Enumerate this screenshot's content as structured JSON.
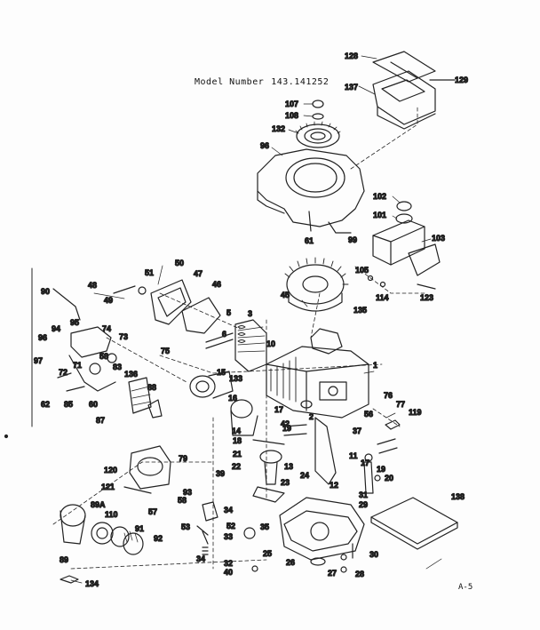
{
  "header": {
    "model_label": "Model Number",
    "model_number": "143.141252"
  },
  "page_code": "A-5",
  "part_labels": [
    {
      "id": "p128",
      "text": "128"
    },
    {
      "id": "p129",
      "text": "129"
    },
    {
      "id": "p137",
      "text": "137"
    },
    {
      "id": "p107",
      "text": "107"
    },
    {
      "id": "p108",
      "text": "108"
    },
    {
      "id": "p132",
      "text": "132"
    },
    {
      "id": "p96",
      "text": "96"
    },
    {
      "id": "p102",
      "text": "102"
    },
    {
      "id": "p101",
      "text": "101"
    },
    {
      "id": "p103",
      "text": "103"
    },
    {
      "id": "p61",
      "text": "61"
    },
    {
      "id": "p99",
      "text": "99"
    },
    {
      "id": "p105",
      "text": "105"
    },
    {
      "id": "p114",
      "text": "114"
    },
    {
      "id": "p123",
      "text": "123"
    },
    {
      "id": "p45",
      "text": "45"
    },
    {
      "id": "p135",
      "text": "135"
    },
    {
      "id": "p50",
      "text": "50"
    },
    {
      "id": "p51",
      "text": "51"
    },
    {
      "id": "p47",
      "text": "47"
    },
    {
      "id": "p48",
      "text": "48"
    },
    {
      "id": "p46",
      "text": "46"
    },
    {
      "id": "p49",
      "text": "49"
    },
    {
      "id": "p90",
      "text": "90"
    },
    {
      "id": "p95",
      "text": "95"
    },
    {
      "id": "p94",
      "text": "94"
    },
    {
      "id": "p96b",
      "text": "96"
    },
    {
      "id": "p97",
      "text": "97"
    },
    {
      "id": "p74",
      "text": "74"
    },
    {
      "id": "p73",
      "text": "73"
    },
    {
      "id": "p5",
      "text": "5"
    },
    {
      "id": "p3",
      "text": "3"
    },
    {
      "id": "p6",
      "text": "6"
    },
    {
      "id": "p10",
      "text": "10"
    },
    {
      "id": "p1",
      "text": "1"
    },
    {
      "id": "p72",
      "text": "72"
    },
    {
      "id": "p71",
      "text": "71"
    },
    {
      "id": "p58",
      "text": "58"
    },
    {
      "id": "p83",
      "text": "83"
    },
    {
      "id": "p75",
      "text": "75"
    },
    {
      "id": "p136",
      "text": "136"
    },
    {
      "id": "p62",
      "text": "62"
    },
    {
      "id": "p85",
      "text": "85"
    },
    {
      "id": "p60",
      "text": "60"
    },
    {
      "id": "p88",
      "text": "88"
    },
    {
      "id": "p87",
      "text": "87"
    },
    {
      "id": "p15",
      "text": "15"
    },
    {
      "id": "p133",
      "text": "133"
    },
    {
      "id": "p16",
      "text": "16"
    },
    {
      "id": "p14",
      "text": "14"
    },
    {
      "id": "p17",
      "text": "17"
    },
    {
      "id": "p2",
      "text": "2"
    },
    {
      "id": "p42",
      "text": "42"
    },
    {
      "id": "p76",
      "text": "76"
    },
    {
      "id": "p77",
      "text": "77"
    },
    {
      "id": "p119",
      "text": "119"
    },
    {
      "id": "p56",
      "text": "56"
    },
    {
      "id": "p37",
      "text": "37"
    },
    {
      "id": "p18",
      "text": "18"
    },
    {
      "id": "p19",
      "text": "19"
    },
    {
      "id": "p21",
      "text": "21"
    },
    {
      "id": "p22",
      "text": "22"
    },
    {
      "id": "p13",
      "text": "13"
    },
    {
      "id": "p11",
      "text": "11"
    },
    {
      "id": "p120",
      "text": "120"
    },
    {
      "id": "p79",
      "text": "79"
    },
    {
      "id": "p39",
      "text": "39"
    },
    {
      "id": "p17b",
      "text": "17"
    },
    {
      "id": "p19b",
      "text": "19"
    },
    {
      "id": "p20",
      "text": "20"
    },
    {
      "id": "p12",
      "text": "12"
    },
    {
      "id": "p31",
      "text": "31"
    },
    {
      "id": "p121",
      "text": "121"
    },
    {
      "id": "p93",
      "text": "93"
    },
    {
      "id": "p23",
      "text": "23"
    },
    {
      "id": "p24",
      "text": "24"
    },
    {
      "id": "p29",
      "text": "29"
    },
    {
      "id": "p89a",
      "text": "89A"
    },
    {
      "id": "p57",
      "text": "57"
    },
    {
      "id": "p58b",
      "text": "58"
    },
    {
      "id": "p34",
      "text": "34"
    },
    {
      "id": "p52",
      "text": "52"
    },
    {
      "id": "p35",
      "text": "35"
    },
    {
      "id": "p110",
      "text": "110"
    },
    {
      "id": "p91",
      "text": "91"
    },
    {
      "id": "p53",
      "text": "53"
    },
    {
      "id": "p33",
      "text": "33"
    },
    {
      "id": "p92",
      "text": "92"
    },
    {
      "id": "p89",
      "text": "89"
    },
    {
      "id": "p34b",
      "text": "34"
    },
    {
      "id": "p25",
      "text": "25"
    },
    {
      "id": "p30",
      "text": "30"
    },
    {
      "id": "p32",
      "text": "32"
    },
    {
      "id": "p40",
      "text": "40"
    },
    {
      "id": "p26",
      "text": "26"
    },
    {
      "id": "p27",
      "text": "27"
    },
    {
      "id": "p28",
      "text": "28"
    },
    {
      "id": "p138",
      "text": "138"
    },
    {
      "id": "p134",
      "text": "134"
    }
  ]
}
